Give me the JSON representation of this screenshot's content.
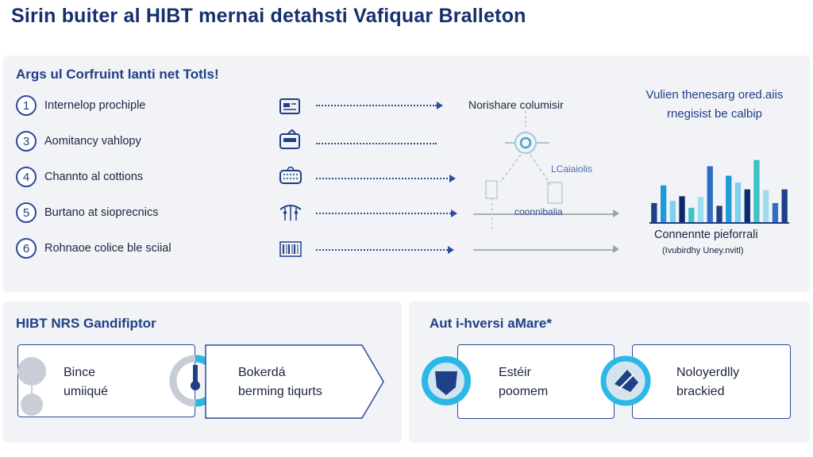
{
  "title": "Sirin buiter al HIBT mernai detahsti Vafiquar Bralleton",
  "top_section": {
    "heading": "Args ul Corfruint lanti net Totls!",
    "steps": [
      {
        "num": "1",
        "label": "Internelop prochiple",
        "icon": "document-icon"
      },
      {
        "num": "3",
        "label": "Aomitancy vahlopy",
        "icon": "inbox-icon"
      },
      {
        "num": "4",
        "label": "Channto al cottions",
        "icon": "keyboard-icon"
      },
      {
        "num": "5",
        "label": "Burtano at sioprecnics",
        "icon": "network-icon"
      },
      {
        "num": "6",
        "label": "Rohnaoe colice ble sciial",
        "icon": "barcode-icon"
      }
    ],
    "flow_label_top": "Norishare columisir",
    "flow_label_mid": "LCaiaiolis",
    "flow_label_low": "coonnibalia",
    "chart_caption": "Vulien thenesarg ored.aiis rnegisist be calbip",
    "chart_footer": "Connennte pieforrali",
    "chart_footer_sub": "(Ivubirdhy Uney.nvitl)"
  },
  "chart_data": {
    "type": "bar",
    "series": [
      {
        "values": [
          0.28,
          0.54,
          0.31,
          0.38,
          0.21,
          0.37,
          0.82,
          0.24,
          0.68,
          0.58,
          0.48,
          0.91,
          0.47,
          0.28,
          0.48
        ]
      }
    ],
    "colors": [
      "#1f3f86",
      "#1e9bd7",
      "#7fd0ea",
      "#0b2a6b",
      "#3cc1c6",
      "#9fdcef",
      "#2d6fc4"
    ]
  },
  "bottom_left": {
    "heading": "HIBT NRS Gandifiptor",
    "card1": {
      "line1": "Bince",
      "line2": "umiiqué"
    },
    "card2": {
      "line1": "Bokerdá",
      "line2": "berming tiqurts"
    }
  },
  "bottom_right": {
    "heading": "Aut i-hversi aMare*",
    "card1": {
      "line1": "Estéir",
      "line2": "poomem"
    },
    "card2": {
      "line1": "Noloyerdlly",
      "line2": "brackied"
    }
  }
}
